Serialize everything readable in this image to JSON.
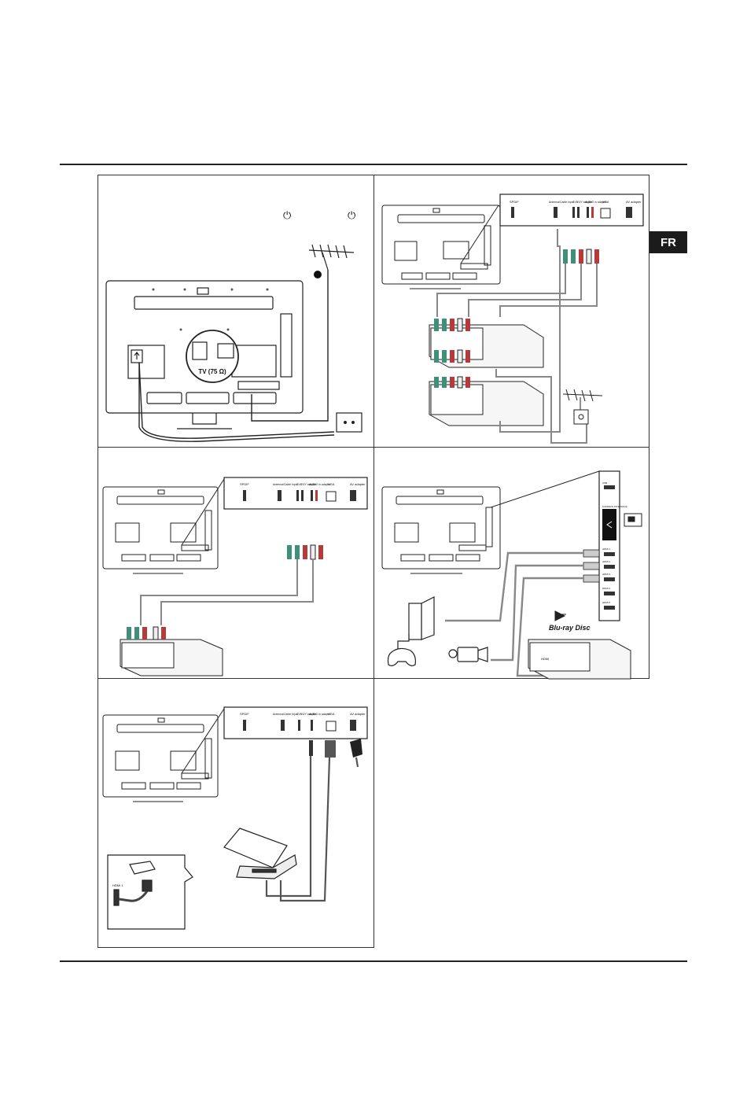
{
  "language_tab": "FR",
  "panel1": {
    "power_symbol_a": "⏻",
    "power_symbol_b": "⏻",
    "antenna_socket_label": "TV (75 Ω)"
  },
  "port_strip": {
    "spdif": "SPDIF",
    "antenna": "Antenna/Cable Input",
    "cvbs": "CVBS/Y adapter",
    "audio": "AUDIO in adapter",
    "vga": "VGA",
    "av": "AV adapter"
  },
  "panel4": {
    "side_ports": [
      "USB",
      "COMMON INTERFACE",
      "HDMI 1",
      "HDMI 2",
      "HDMI 3",
      "HDMI 4",
      "HDMI 5"
    ],
    "brand_label": "Blu-ray Disc",
    "player_port": "HDMI"
  },
  "panel5": {
    "inset_port": "HDMI 1"
  },
  "colors": {
    "green_plug": "#3f8f7a",
    "red_plug": "#b63a3a",
    "cable_gray": "#888888",
    "line": "#222222"
  }
}
